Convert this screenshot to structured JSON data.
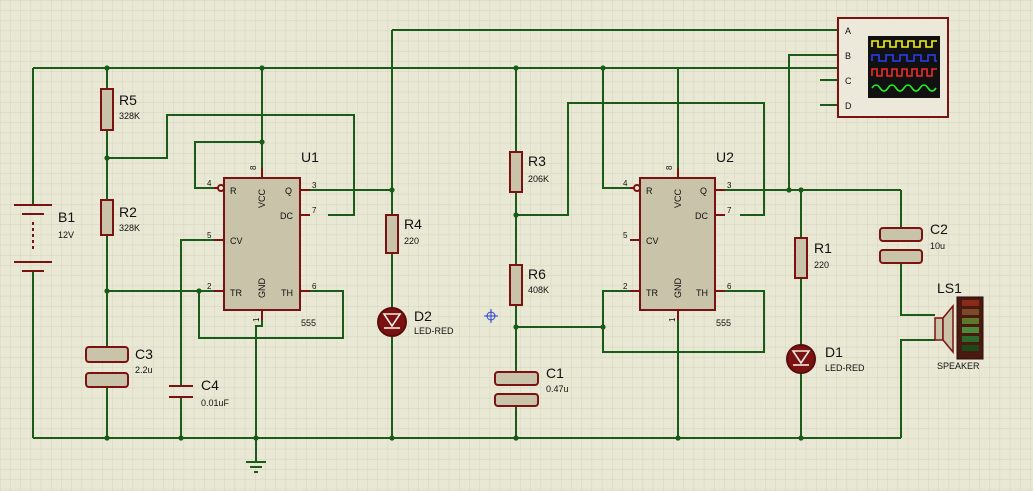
{
  "colors": {
    "background": "#e9e8d4",
    "grid": "#d6d5c0",
    "wire": "#1a5b1a",
    "component": "#7a1212",
    "component_fill": "#c9c3a9",
    "scope_screen": "#111111",
    "trace_a": "#f1f11a",
    "trace_b": "#2a3ff0",
    "trace_c": "#f02a2a",
    "trace_d": "#2af02a"
  },
  "components": {
    "b1": {
      "ref": "B1",
      "value": "12V"
    },
    "r5": {
      "ref": "R5",
      "value": "328K"
    },
    "r2": {
      "ref": "R2",
      "value": "328K"
    },
    "c3": {
      "ref": "C3",
      "value": "2.2u"
    },
    "c4": {
      "ref": "C4",
      "value": "0.01uF"
    },
    "u1": {
      "ref": "U1",
      "part": "555"
    },
    "r4": {
      "ref": "R4",
      "value": "220"
    },
    "d2": {
      "ref": "D2",
      "value": "LED-RED"
    },
    "r3": {
      "ref": "R3",
      "value": "206K"
    },
    "r6": {
      "ref": "R6",
      "value": "408K"
    },
    "c1": {
      "ref": "C1",
      "value": "0.47u"
    },
    "u2": {
      "ref": "U2",
      "part": "555"
    },
    "r1": {
      "ref": "R1",
      "value": "220"
    },
    "d1": {
      "ref": "D1",
      "value": "LED-RED"
    },
    "c2": {
      "ref": "C2",
      "value": "10u"
    },
    "ls1": {
      "ref": "LS1",
      "value": "SPEAKER"
    }
  },
  "ic_pins": {
    "r": "R",
    "vcc": "VCC",
    "q": "Q",
    "dc": "DC",
    "cv": "CV",
    "tr": "TR",
    "gnd": "GND",
    "th": "TH",
    "n4": "4",
    "n8": "8",
    "n3": "3",
    "n7": "7",
    "n5": "5",
    "n2": "2",
    "n1": "1",
    "n6": "6"
  },
  "scope": {
    "channels": [
      "A",
      "B",
      "C",
      "D"
    ]
  }
}
